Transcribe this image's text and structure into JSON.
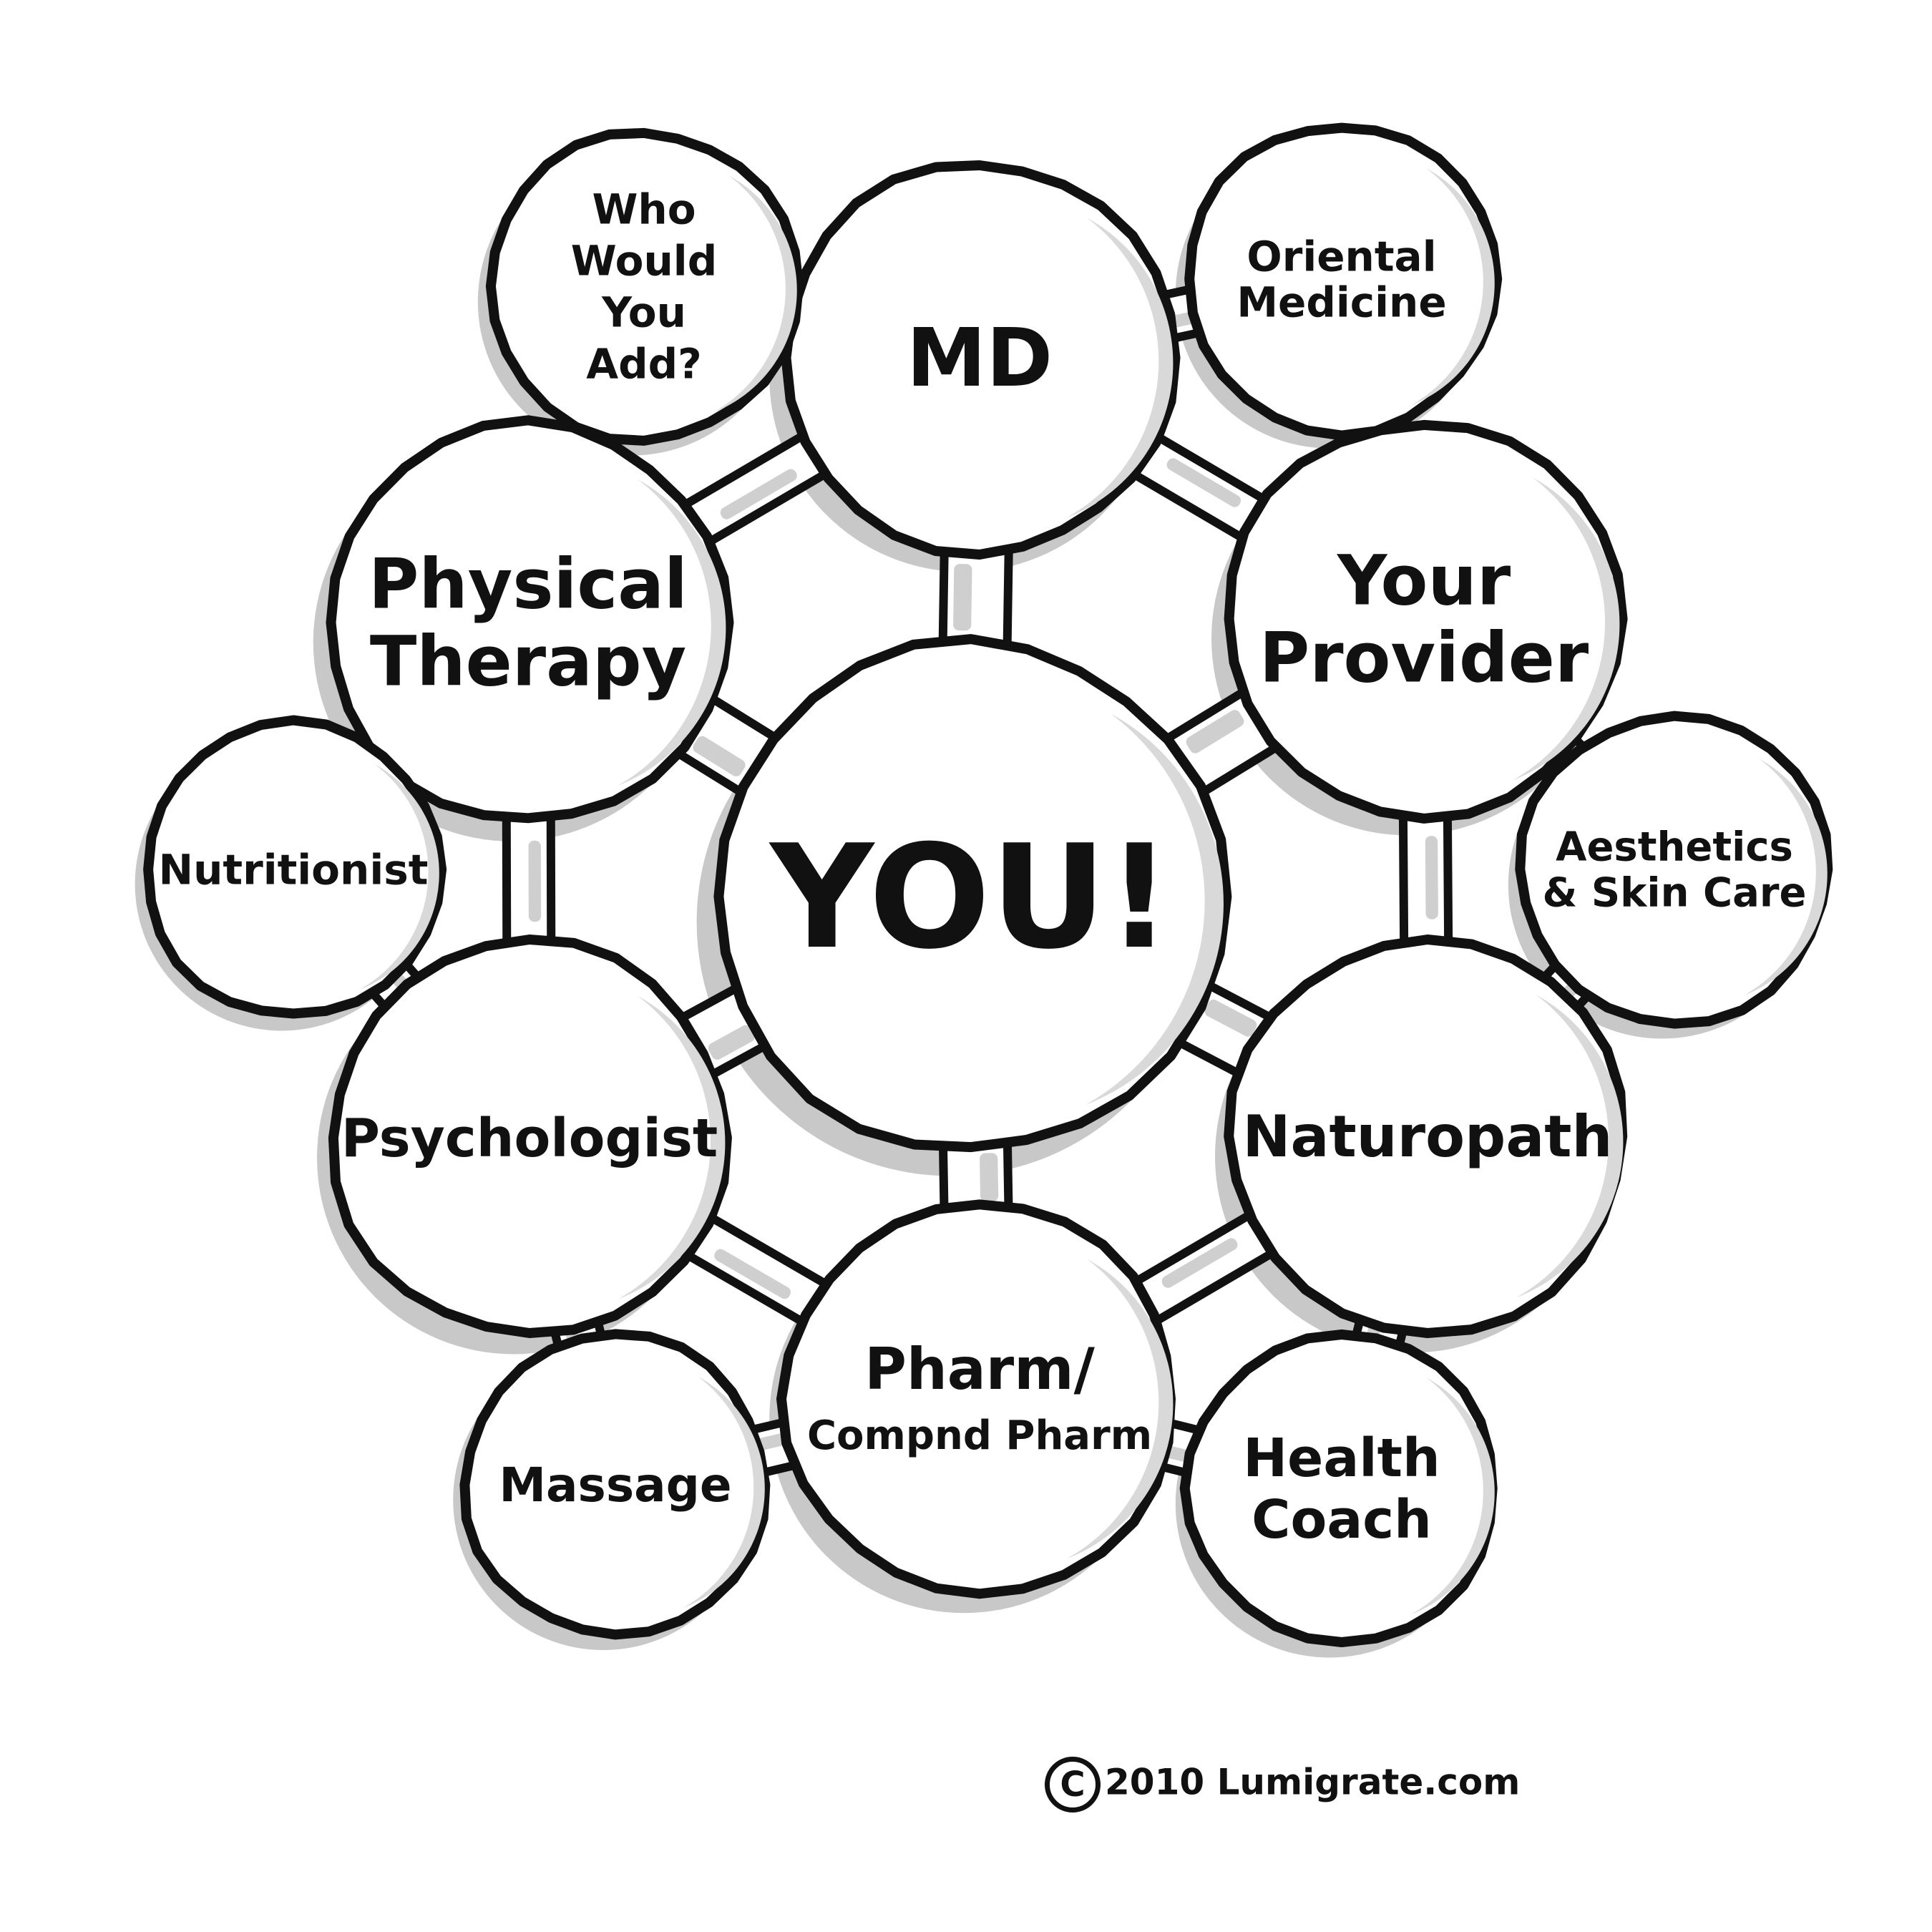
{
  "center": {
    "label": "YOU!"
  },
  "nodes": [
    {
      "id": "md",
      "lines": [
        "MD"
      ],
      "icon": "bubble"
    },
    {
      "id": "your-provider",
      "lines": [
        "Your",
        "Provider"
      ],
      "icon": "bubble"
    },
    {
      "id": "naturopath",
      "lines": [
        "Naturopath"
      ],
      "icon": "bubble"
    },
    {
      "id": "pharm",
      "lines": [
        "Pharm/",
        "Compnd Pharm"
      ],
      "icon": "bubble"
    },
    {
      "id": "psychologist",
      "lines": [
        "Psychologist"
      ],
      "icon": "bubble"
    },
    {
      "id": "physical-therapy",
      "lines": [
        "Physical",
        "Therapy"
      ],
      "icon": "bubble"
    },
    {
      "id": "who-would-you-add",
      "lines": [
        "Who",
        "Would",
        "You",
        "Add?"
      ],
      "icon": "bubble"
    },
    {
      "id": "oriental-medicine",
      "lines": [
        "Oriental",
        "Medicine"
      ],
      "icon": "bubble"
    },
    {
      "id": "aesthetics",
      "lines": [
        "Aesthetics",
        "& Skin Care"
      ],
      "icon": "bubble"
    },
    {
      "id": "health-coach",
      "lines": [
        "Health",
        "Coach"
      ],
      "icon": "bubble"
    },
    {
      "id": "massage",
      "lines": [
        "Massage"
      ],
      "icon": "bubble"
    },
    {
      "id": "nutritionist",
      "lines": [
        "Nutritionist"
      ],
      "icon": "bubble"
    }
  ],
  "footer": {
    "copyright_symbol": "C",
    "copyright_text": "2010 Lumigrate.com"
  }
}
